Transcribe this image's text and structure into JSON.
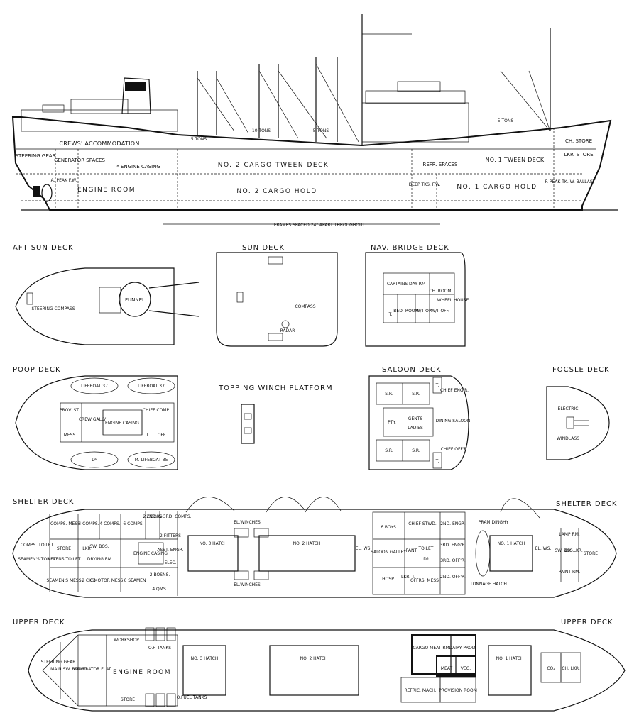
{
  "profile": {
    "labels": {
      "steering_gear": "STEERING GEAR",
      "crews_accommodation": "CREWS' ACCOMMODATION",
      "generator_spaces": "GENERATOR SPACES",
      "engine_casing": "* ENGINE CASING",
      "a_peak": "A. PEAK F.W.",
      "engine_room": "ENGINE ROOM",
      "no2_tween": "NO. 2 CARGO TWEEN DECK",
      "no2_hold": "NO. 2 CARGO HOLD",
      "refr_spaces": "REFR. SPACES",
      "deep_tks": "DEEP TKS. F.W.",
      "no1_tween": "NO. 1 TWEEN DECK",
      "no1_hold": "NO. 1 CARGO HOLD",
      "ch_store": "CH. STORE",
      "lkr_store": "LKR. STORE",
      "f_peak": "F. PEAK TK. W. BALLAST",
      "tons_5a": "5 TONS",
      "tons_10": "10 TONS",
      "tons_5b": "5 TONS",
      "tons_5c": "5 TONS"
    },
    "frames_note": "FRAMES SPACED 24\" APART THROUGHOUT"
  },
  "decks": {
    "aft_sun": {
      "title": "AFT SUN DECK",
      "steering_compass": "STEERING COMPASS",
      "funnel": "FUNNEL"
    },
    "sun": {
      "title": "SUN DECK",
      "compass": "COMPASS",
      "radar": "RADAR"
    },
    "nav_bridge": {
      "title": "NAV. BRIDGE DECK",
      "captains_day_rm": "CAPTAINS DAY RM",
      "ch_room": "CH. ROOM",
      "wheel_house": "WHEEL HOUSE",
      "t": "T.",
      "bed_room": "BED- ROOM",
      "wt_op": "W/T OP.",
      "wt_off": "W/T OFF."
    },
    "poop": {
      "title": "POOP DECK",
      "lifeboat_37a": "LIFEBOAT 37",
      "lifeboat_37b": "LIFEBOAT 37",
      "do": "Dº",
      "m_lifeboat": "M. LIFEBOAT 35",
      "prov_st": "PROV. ST.",
      "crew_galley": "CREW GALLY",
      "engine_casing": "ENGINE CASING",
      "chief_comp": "CHIEF COMP.",
      "mess": "MESS",
      "t": "T.",
      "off": "OFF."
    },
    "topping": {
      "title": "TOPPING WINCH PLATFORM"
    },
    "saloon": {
      "title": "SALOON DECK",
      "sr1": "S.R.",
      "sr2": "S.R.",
      "sr3": "S.R.",
      "sr4": "S.R.",
      "t1": "T.",
      "t2": "T.",
      "chief_engr": "CHIEF ENG'R.",
      "pty": "PTY.",
      "gents": "GENTS",
      "ladies": "LADIES",
      "dining_saloon": "DINING SALOON",
      "chief_offr": "CHIEF OFF'R."
    },
    "focsle": {
      "title": "FOCSLE DECK",
      "electric": "ELECTRIC",
      "windlass": "WINDLASS"
    },
    "shelter": {
      "title_left": "SHELTER DECK",
      "title_right": "SHELTER DECK",
      "comps_mess": "COMPS. MESS",
      "comps4a": "4 COMPS.",
      "comps4b": "4 COMPS.",
      "comps6": "6 COMPS.",
      "cooks2": "2 COOKS",
      "comps23": "2ND. & 3RD. COMPS.",
      "fitters2": "2 FITTERS",
      "asst_engr": "ASST. ENGR.",
      "elec": "ELEC.",
      "bosns2": "2 BOSNS.",
      "qms4": "4 QMS.",
      "comps_toilet": "COMPS. TOILET",
      "store": "STORE",
      "lkr": "LKR",
      "sw_bos": "SW. BOS.",
      "drying_rm": "DRYING RM",
      "engine_casing": "ENGINE CASING",
      "seamens_toilet": "SEAMEN'S TOILET",
      "mmens_toilet": "M'MENS TOILET",
      "seamens_mess": "SEAMEN'S MESS",
      "cks2": "2 CKS.",
      "motor_mess": "6 MOTOR MESS",
      "seamen6": "6 SEAMEN",
      "el_winches_top": "EL.WINCHES",
      "el_winches_bot": "EL.WINCHES",
      "no3_hatch": "NO. 3 HATCH",
      "no2_hatch": "NO. 2 HATCH",
      "el_ws1": "EL. WS.",
      "boys6": "6 BOYS",
      "chief_stwd": "CHIEF STWD.",
      "engr2": "2ND. ENGR.",
      "saloon_galley": "SALOON GALLEY",
      "pant": "PANT.",
      "toilet": "TOILET",
      "do": "Dº",
      "engr3": "3RD. ENG'R.",
      "offr3": "3RD. OFF'R.",
      "offr2": "2ND. OFF'R.",
      "hosp": "HOSP.",
      "lkr_t": "LKR. T.",
      "offrs_mess": "OFFRS. MESS",
      "pram_dinghy": "PRAM DINGHY",
      "tonnage_hatch": "TONNAGE HATCH",
      "no1_hatch": "NO. 1 HATCH",
      "el_ws2": "EL. WS.",
      "lamp_rm": "LAMP RM.",
      "sw_bos2": "SW. BOS.",
      "ch_lkr": "CH. LKR.",
      "paint_rm": "PAINT RM.",
      "store2": "STORE"
    },
    "upper": {
      "title_left": "UPPER DECK",
      "title_right": "UPPER DECK",
      "steering_gear": "STEERING GEAR",
      "main_sw_board": "MAIN SW. BOARD",
      "generator_flat": "GENERATOR FLAT",
      "workshop": "WORKSHOP",
      "of_tanks": "O.F. TANKS",
      "engine_room": "ENGINE ROOM",
      "store": "STORE",
      "o_fuel_tanks": "O.FUEL TANKS",
      "no3_hatch": "NO. 3 HATCH",
      "no2_hatch": "NO. 2 HATCH",
      "cargo_meat_rm": "CARGO MEAT RM.",
      "dairy_prod": "DAIRY PROD.",
      "meat": "MEAT",
      "veg": "VEG.",
      "refric_mach": "REFRIC. MACH.",
      "provision_room": "PROVISION ROOM",
      "no1_hatch": "NO. 1 HATCH",
      "co2": "CO₂",
      "ch_lkr": "CH. LKR."
    }
  }
}
